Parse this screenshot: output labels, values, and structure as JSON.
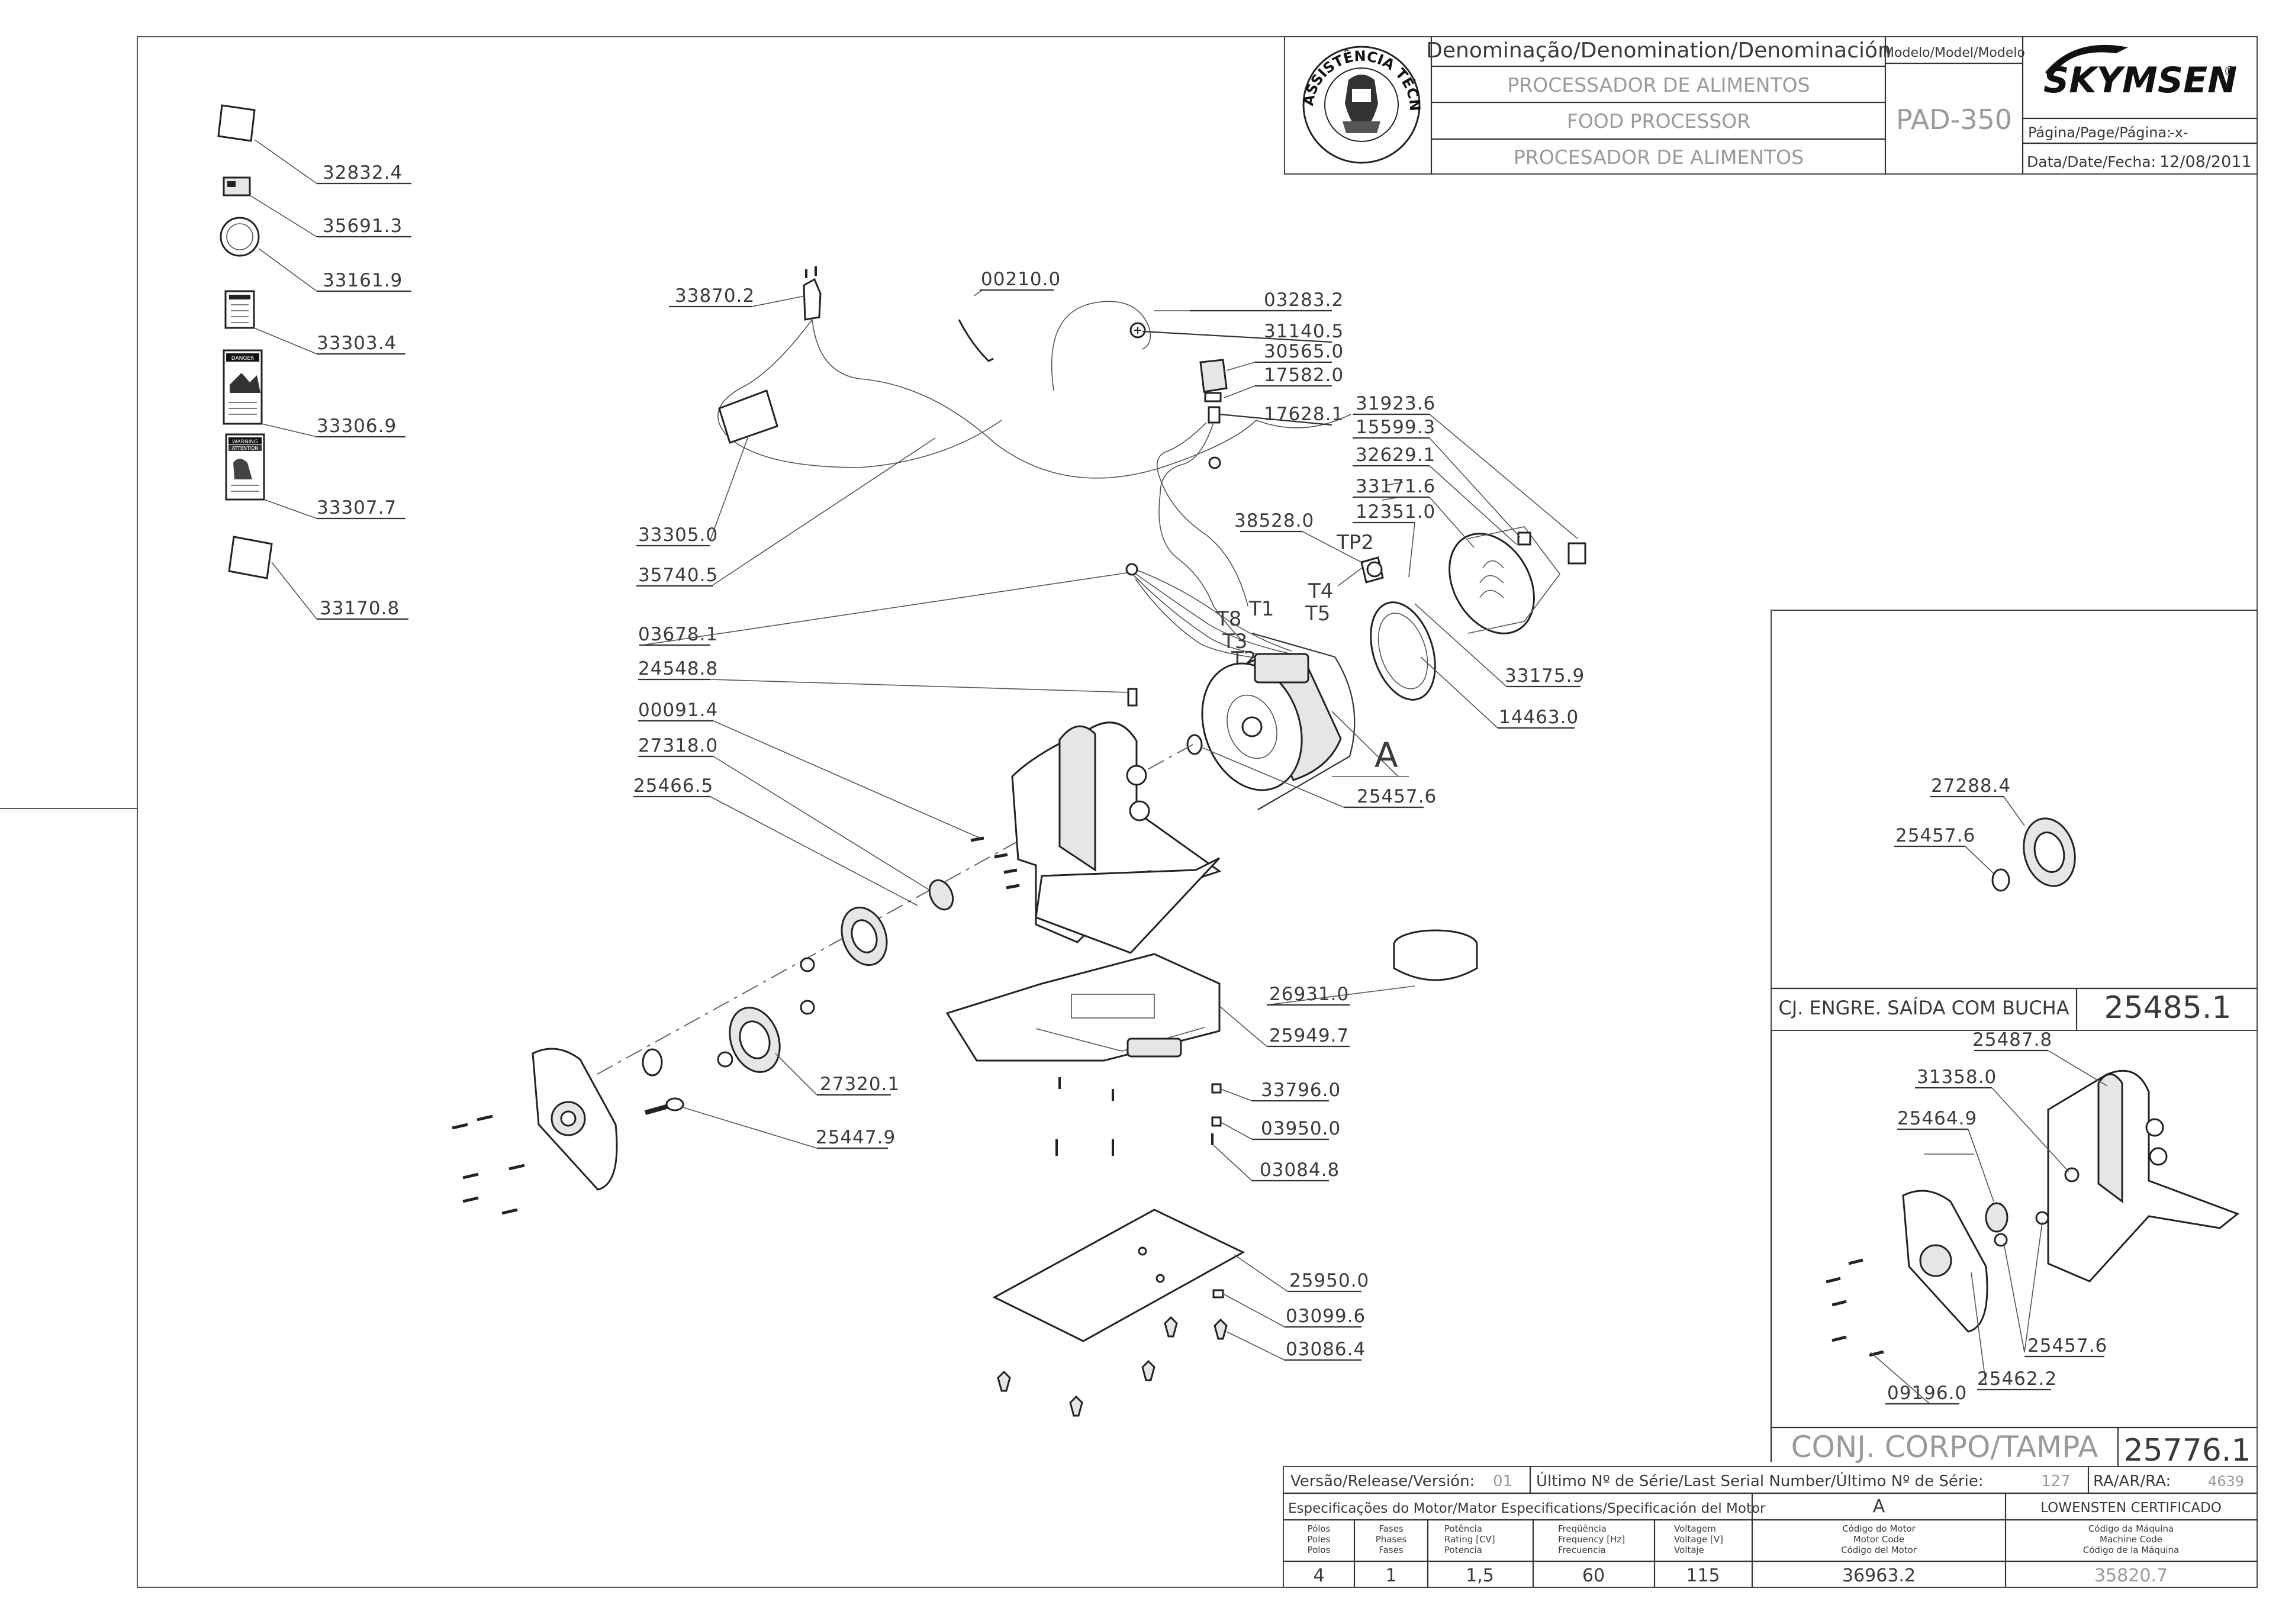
{
  "title_block": {
    "badge_text": "ASSISTÊNCIA TÉCNICA AUTORIZADA",
    "denomination_header": "Denominação/Denomination/Denominación",
    "name_pt": "PROCESSADOR DE ALIMENTOS",
    "name_en": "FOOD PROCESSOR",
    "name_es": "PROCESADOR DE ALIMENTOS",
    "model_header": "Modelo/Model/Modelo",
    "model": "PAD-350",
    "brand": "SKYMSEN",
    "brand_mark": "®",
    "page_label": "Página/Page/Página:",
    "page_value": "-x-",
    "date_label": "Data/Date/Fecha:",
    "date_value": "12/08/2011"
  },
  "labels_column": [
    "32832.4",
    "35691.3",
    "33161.9",
    "33303.4",
    "33306.9",
    "33307.7",
    "33170.8"
  ],
  "decal_texts": {
    "danger": "DANGER",
    "warning": "WARNING",
    "attention": "ATTENTION"
  },
  "harness_labels": {
    "plug": "33870.2",
    "clip": "00210.0",
    "ground_terminal": "03283.2",
    "ground_screw": "31140.5",
    "switch": "30565.0",
    "switch_nut": "17582.0",
    "switch_terminal": "17628.1",
    "cord_tag": "33305.0",
    "cord": "35740.5"
  },
  "motor_labels": {
    "item_31923": "31923.6",
    "item_15599": "15599.3",
    "item_32629": "32629.1",
    "item_33171": "33171.6",
    "item_12351": "12351.0",
    "item_38528": "38528.0",
    "tp2": "TP2",
    "t4": "T4",
    "t5": "T5",
    "t1": "T1",
    "t8": "T8",
    "t3": "T3",
    "t2": "T2",
    "item_03678": "03678.1",
    "item_24548": "24548.8",
    "item_33175": "33175.9",
    "item_14463": "14463.0",
    "view_a": "A",
    "item_25457": "25457.6"
  },
  "body_labels": {
    "item_00091": "00091.4",
    "item_27318": "27318.0",
    "item_25466": "25466.5",
    "item_26931": "26931.0",
    "item_25949": "25949.7",
    "item_27320": "27320.1",
    "item_33796": "33796.0",
    "item_03950": "03950.0",
    "item_25447": "25447.9",
    "item_03084": "03084.8",
    "item_25950": "25950.0",
    "item_03099": "03099.6",
    "item_03086": "03086.4"
  },
  "inset_gear": {
    "item_27288": "27288.4",
    "item_25457": "25457.6",
    "caption": "CJ. ENGRE. SAÍDA COM BUCHA",
    "code": "25485.1"
  },
  "inset_body": {
    "item_25487": "25487.8",
    "item_31358": "31358.0",
    "item_25464": "25464.9",
    "item_25457": "25457.6",
    "item_25462": "25462.2",
    "item_09196": "09196.0",
    "caption": "CONJ. CORPO/TAMPA",
    "code": "25776.1"
  },
  "release_table": {
    "version_label": "Versão/Release/Versión:",
    "version_value": "01",
    "serial_label": "Último Nº de Série/Last Serial Number/Último Nº de Série:",
    "serial_value": "127",
    "ra_label": "RA/AR/RA:",
    "ra_value": "4639",
    "motor_spec_header": "Especificações do Motor/Mator Especifications/Specificación del Motor",
    "view_letter": "A",
    "cert": "LOWENSTEN CERTIFICADO",
    "col_poles": [
      "Pólos",
      "Poles",
      "Polos"
    ],
    "col_phases": [
      "Fases",
      "Phases",
      "Fases"
    ],
    "col_power": [
      "Potência",
      "Rating [CV]",
      "Potencia"
    ],
    "col_freq": [
      "Freqüência",
      "Frequency [Hz]",
      "Frecuencia"
    ],
    "col_volt": [
      "Voltagem",
      "Voltage [V]",
      "Voltaje"
    ],
    "col_motor": [
      "Código do Motor",
      "Motor Code",
      "Código del Motor"
    ],
    "col_machine": [
      "Código da Máquina",
      "Machine Code",
      "Código de la Máquina"
    ],
    "poles": "4",
    "phases": "1",
    "power": "1,5",
    "frequency": "60",
    "voltage": "115",
    "motor_code": "36963.2",
    "machine_code": "35820.7"
  }
}
